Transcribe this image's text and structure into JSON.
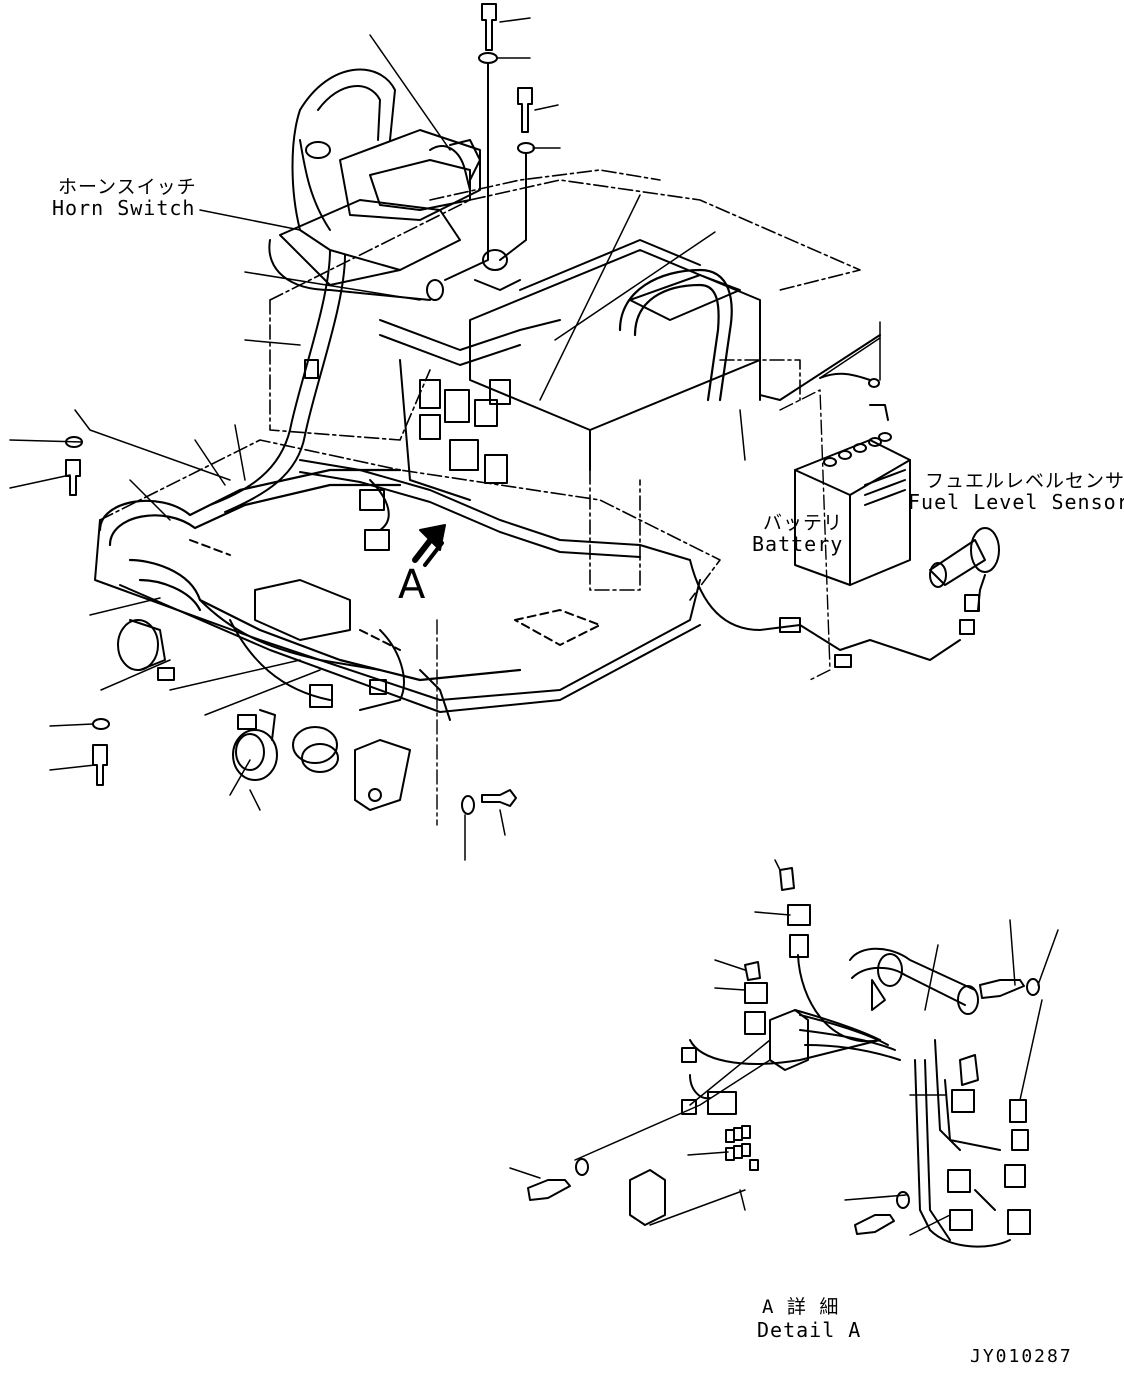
{
  "labels": {
    "horn_switch": {
      "jp": "ホーンスイッチ",
      "en": "Horn Switch"
    },
    "fuel_level_sensor": {
      "jp": "フュエルレベルセンサ",
      "en": "Fuel Level Sensor"
    },
    "battery": {
      "jp": "バッテリ",
      "en": "Battery"
    },
    "view_marker": "A",
    "detail": {
      "jp": "A 詳 細",
      "en": "Detail A"
    },
    "drawing_code": "JY010287"
  },
  "colors": {
    "line": "#000000",
    "background": "#ffffff"
  }
}
